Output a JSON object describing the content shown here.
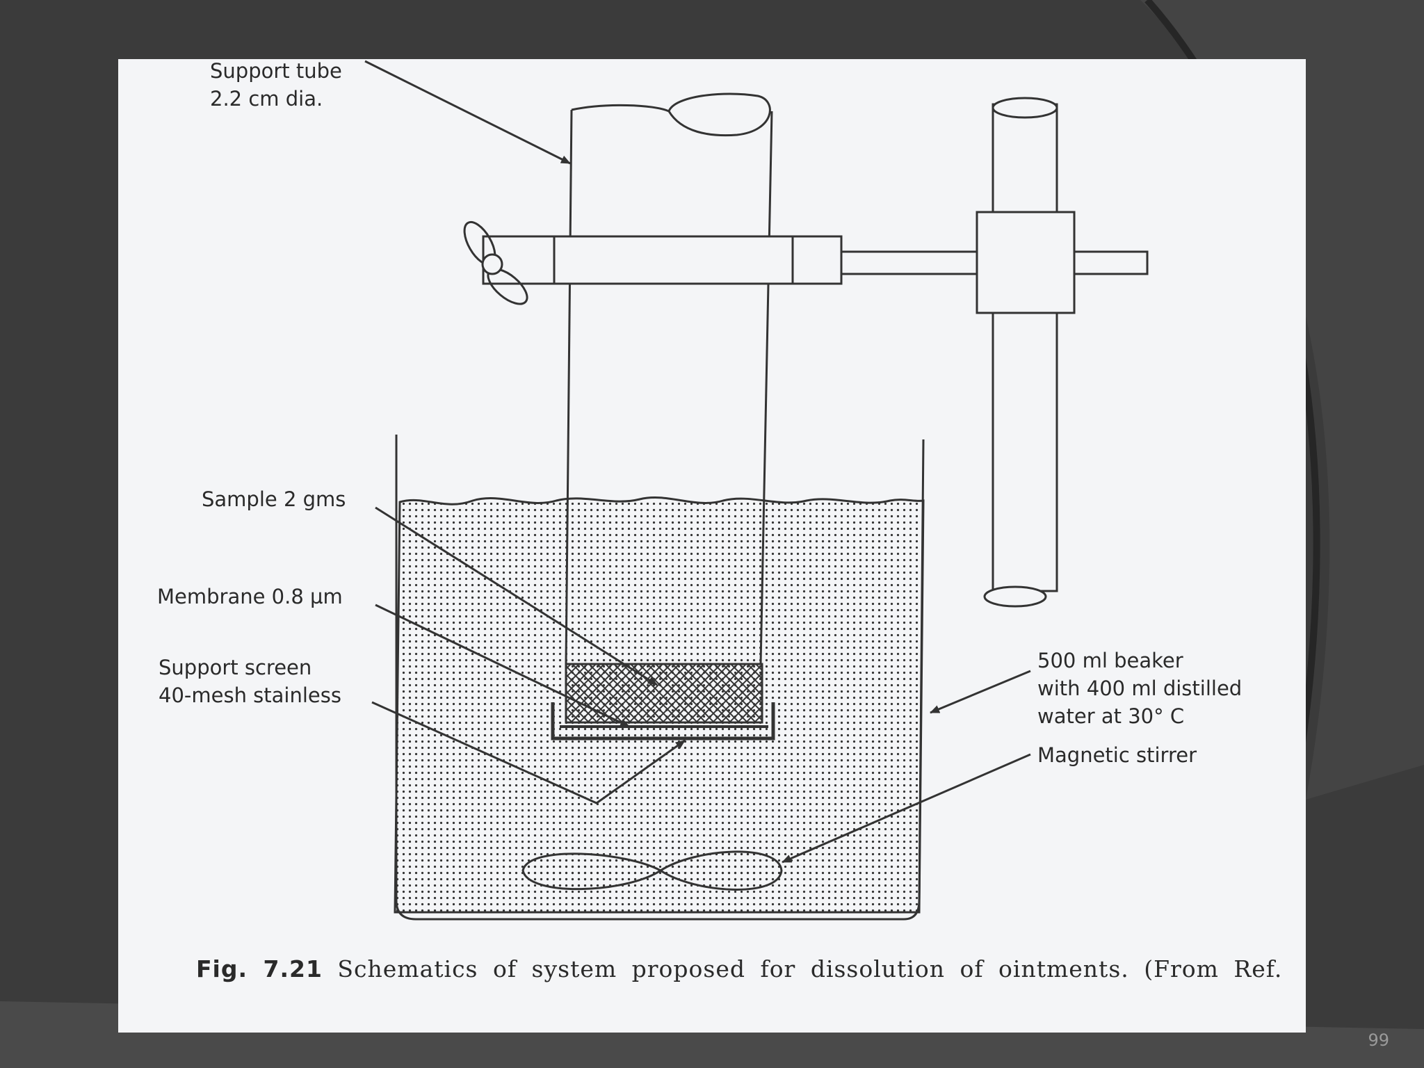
{
  "slide": {
    "page_number": "99"
  },
  "figure": {
    "labels": {
      "support_tube": [
        "Support tube",
        "2.2 cm dia."
      ],
      "sample": "Sample 2 gms",
      "membrane": "Membrane 0.8 µm",
      "support_screen": [
        "Support screen",
        "40-mesh stainless"
      ],
      "beaker": [
        "500 ml beaker",
        "with 400 ml distilled",
        "water at 30° C"
      ],
      "stirrer": "Magnetic stirrer"
    },
    "caption": {
      "fig_label": "Fig. 7.21",
      "text": "Schematics of system proposed for dissolution of ointments. (From Ref."
    }
  }
}
